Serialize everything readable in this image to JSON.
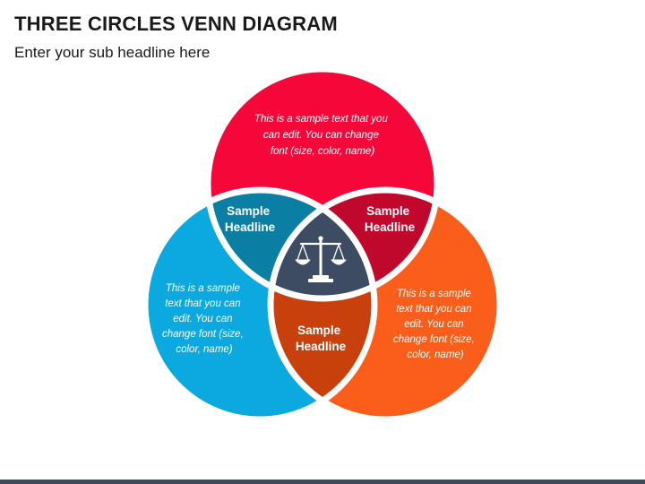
{
  "header": {
    "title": "THREE CIRCLES VENN DIAGRAM",
    "subtitle": "Enter your sub headline here"
  },
  "diagram": {
    "circles": [
      {
        "id": "top",
        "color": "#f5073a",
        "text": [
          "This is a sample text that you",
          "can edit. You can change",
          "font (size, color, name)"
        ]
      },
      {
        "id": "left",
        "color": "#0ba9df",
        "text": [
          "This is a sample",
          "text that you can",
          "edit. You can",
          "change font (size,",
          "color, name)"
        ]
      },
      {
        "id": "right",
        "color": "#fb5e1a",
        "text": [
          "This is a sample",
          "text that you can",
          "edit. You can",
          "change font (size,",
          "color, name)"
        ]
      }
    ],
    "overlaps": [
      {
        "id": "top-left",
        "color": "#0b7fa3",
        "headline": [
          "Sample",
          "Headline"
        ]
      },
      {
        "id": "top-right",
        "color": "#c0082c",
        "headline": [
          "Sample",
          "Headline"
        ]
      },
      {
        "id": "left-right",
        "color": "#c8400b",
        "headline": [
          "Sample",
          "Headline"
        ]
      }
    ],
    "center": {
      "color": "#3e4c63",
      "icon": "scales-of-justice-icon"
    },
    "gap_color": "#ffffff"
  },
  "footer": {
    "bar_color": "#3c4a5c"
  }
}
